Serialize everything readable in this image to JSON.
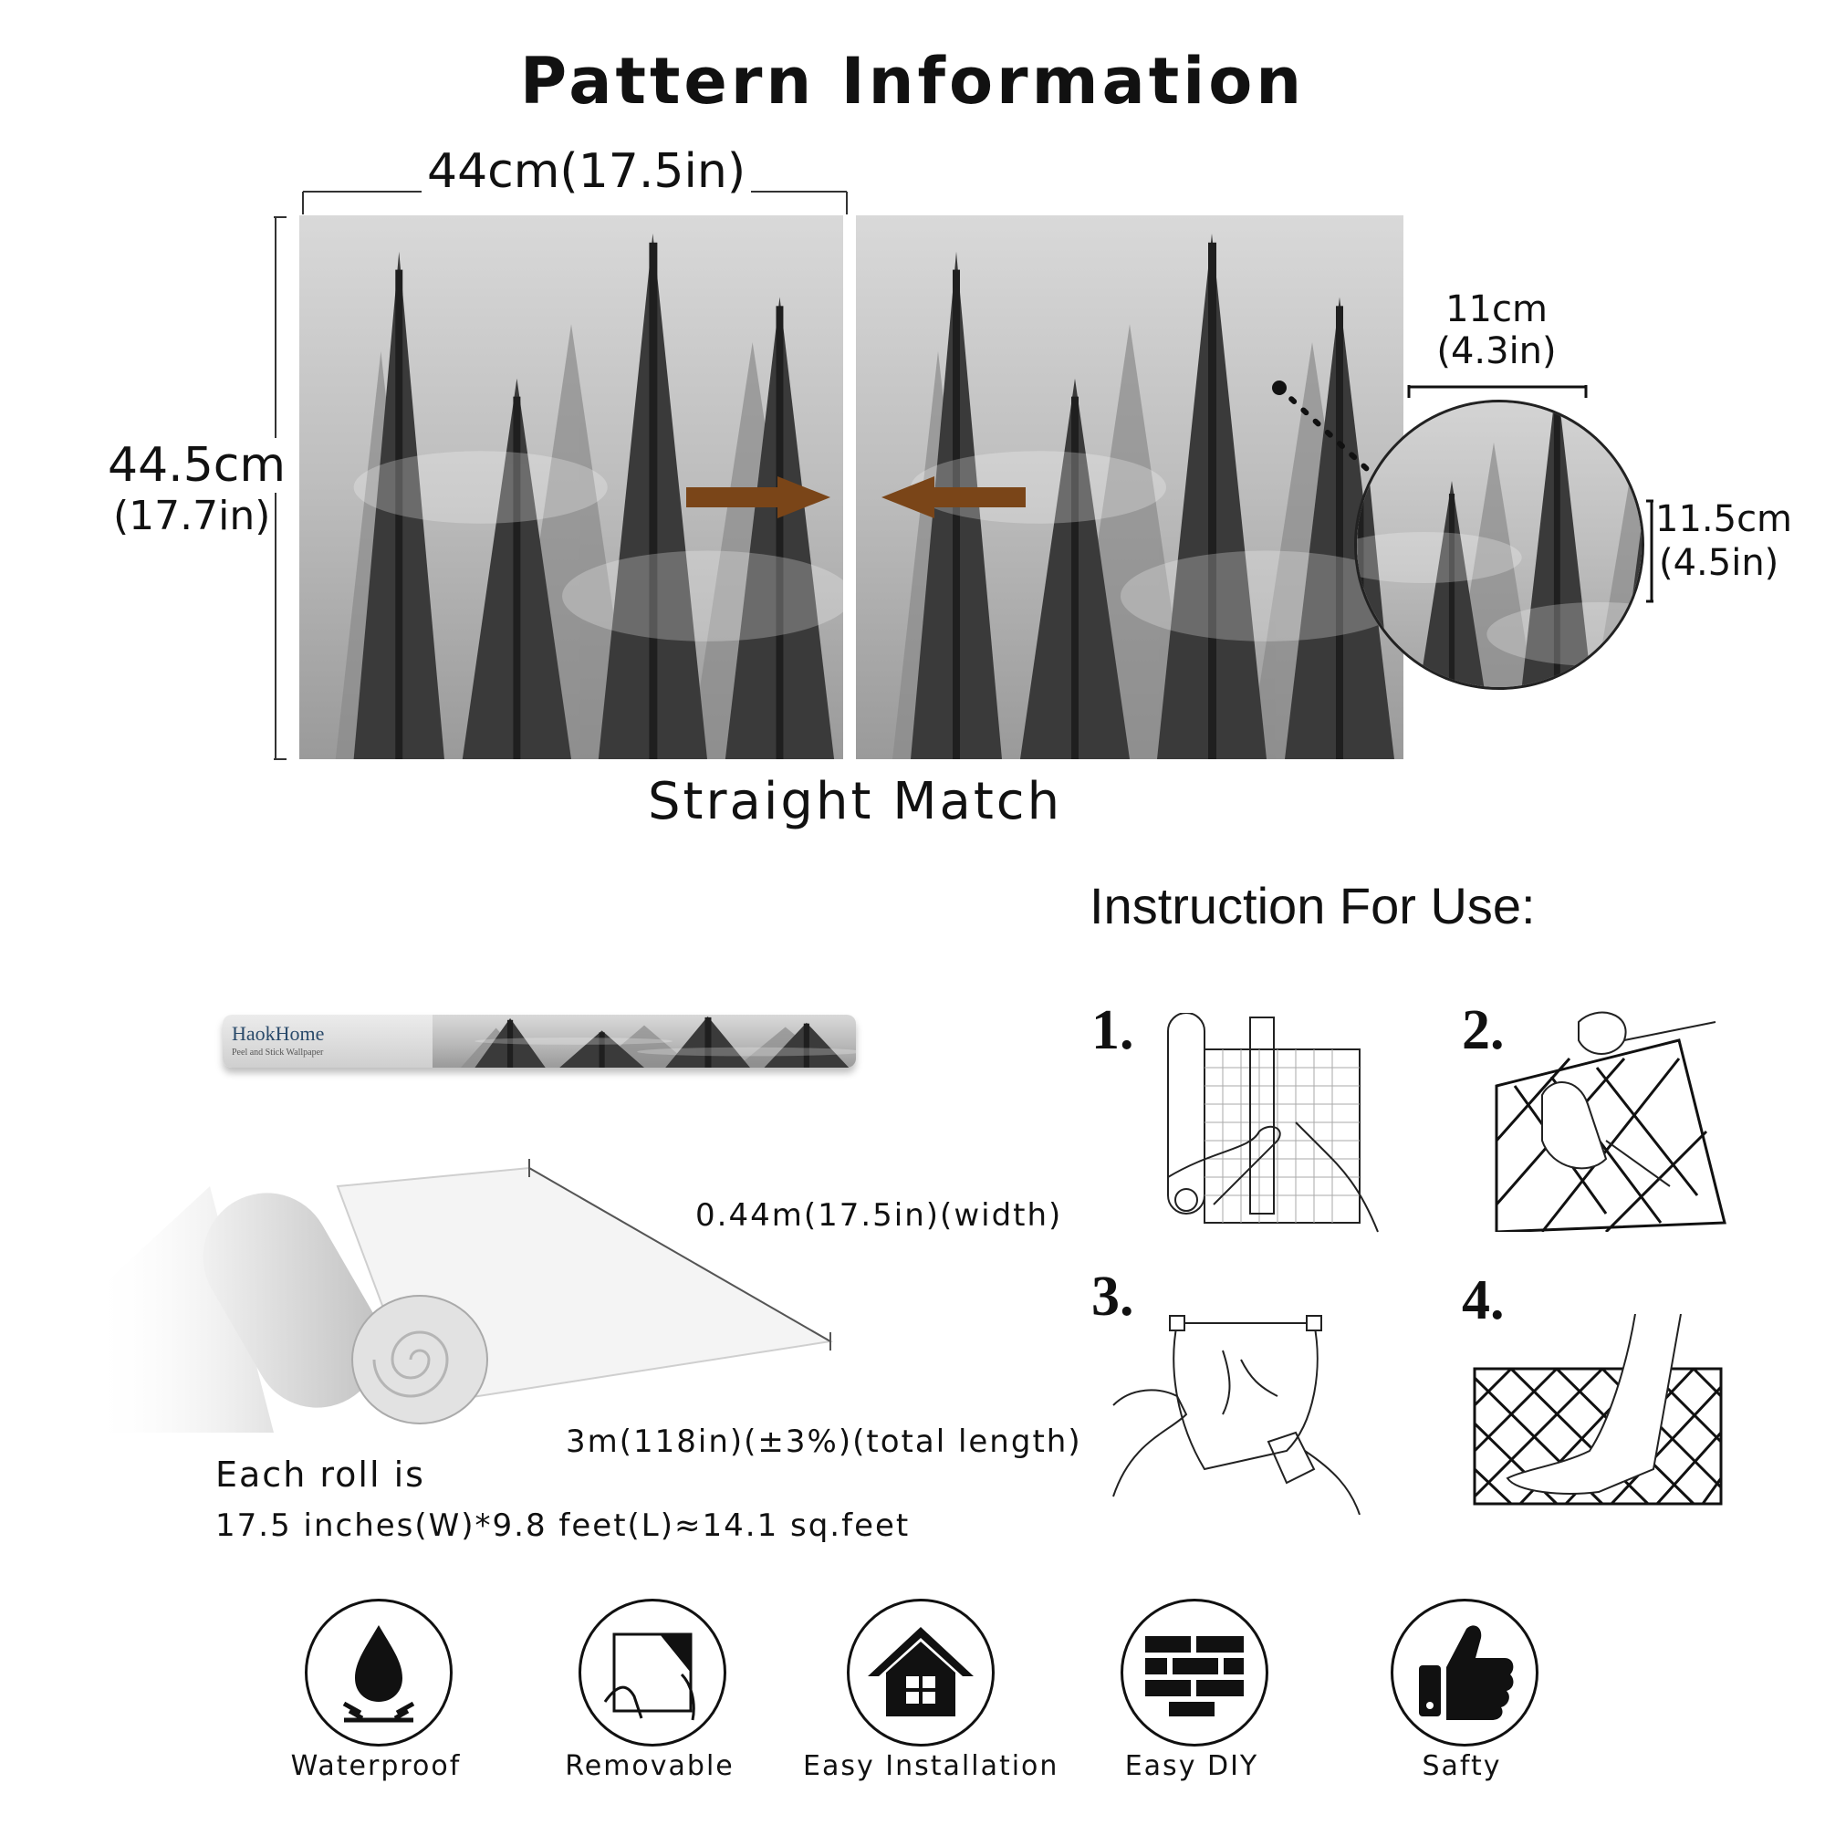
{
  "title": "Pattern Information",
  "pattern": {
    "width_label": "44cm(17.5in)",
    "height_cm": "44.5cm",
    "height_in": "(17.7in)",
    "repeat_width_cm": "11cm",
    "repeat_width_in": "(4.3in)",
    "repeat_height_cm": "11.5cm",
    "repeat_height_in": "(4.5in)",
    "match_label": "Straight Match",
    "arrow_color": "#7a4518"
  },
  "product": {
    "brand": "HaokHome",
    "subtitle": "Peel and Stick Wallpaper"
  },
  "roll": {
    "width_label": "0.44m(17.5in)(width)",
    "length_label": "3m(118in)(±3%)(total length)",
    "each_roll": "Each roll is",
    "coverage": "17.5 inches(W)*9.8 feet(L)≈14.1 sq.feet"
  },
  "instructions": {
    "heading": "Instruction For Use:",
    "steps": [
      "1.",
      "2.",
      "3.",
      "4."
    ]
  },
  "features": [
    {
      "label": "Waterproof",
      "icon": "water-drop-icon"
    },
    {
      "label": "Removable",
      "icon": "peel-hand-icon"
    },
    {
      "label": "Easy Installation",
      "icon": "house-icon"
    },
    {
      "label": "Easy DIY",
      "icon": "brick-wall-icon"
    },
    {
      "label": "Safty",
      "icon": "thumbs-up-icon"
    }
  ]
}
